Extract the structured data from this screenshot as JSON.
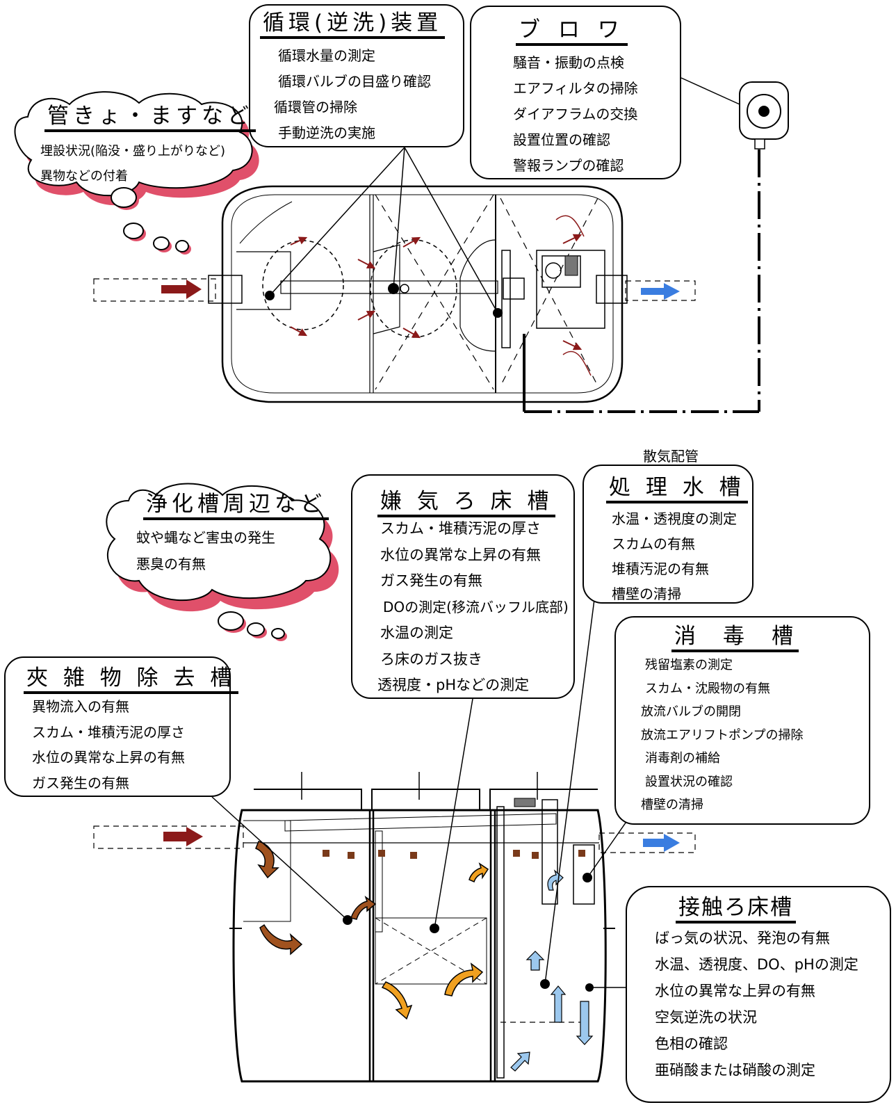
{
  "circulation": {
    "title": "循環(逆洗)装置",
    "items": [
      "循環水量の測定",
      "循環バルブの目盛り確認",
      "循環管の掃除",
      "手動逆洗の実施"
    ]
  },
  "blower": {
    "title": "ブ ロ ワ",
    "items": [
      "騒音・振動の点検",
      "エアフィルタの掃除",
      "ダイアフラムの交換",
      "設置位置の確認",
      "警報ランプの確認"
    ]
  },
  "pipes": {
    "title": "管きょ・ますなど",
    "items": [
      "埋設状況(陥没・盛り上がりなど)",
      "異物などの付着"
    ]
  },
  "aeration_pipe_label": "散気配管",
  "surroundings": {
    "title": "浄化槽周辺など",
    "items": [
      "蚊や蝿など害虫の発生",
      "悪臭の有無"
    ]
  },
  "anaerobic": {
    "title": "嫌 気 ろ 床 槽",
    "items": [
      "スカム・堆積汚泥の厚さ",
      "水位の異常な上昇の有無",
      "ガス発生の有無",
      "DOの測定(移流バッフル底部)",
      "水温の測定",
      "ろ床のガス抜き",
      "透視度・pHなどの測定"
    ]
  },
  "treated_water": {
    "title": "処 理 水 槽",
    "items": [
      "水温・透視度の測定",
      "スカムの有無",
      "堆積汚泥の有無",
      "槽壁の清掃"
    ]
  },
  "disinfection": {
    "title": "消　毒　槽",
    "items": [
      "残留塩素の測定",
      "スカム・沈殿物の有無",
      "放流バルブの開閉",
      "放流エアリフトポンプの掃除",
      "消毒剤の補給",
      "設置状況の確認",
      "槽壁の清掃"
    ]
  },
  "screening": {
    "title": "夾 雑 物 除 去 槽",
    "items": [
      "異物流入の有無",
      "スカム・堆積汚泥の厚さ",
      "水位の異常な上昇の有無",
      "ガス発生の有無"
    ]
  },
  "contact": {
    "title": "接触ろ床槽",
    "items": [
      "ばっ気の状況、発泡の有無",
      "水温、透視度、DO、pHの測定",
      "水位の異常な上昇の有無",
      "空気逆洗の状況",
      "色相の確認",
      "亜硝酸または硝酸の測定"
    ]
  },
  "colors": {
    "inflow_arrow": "#8b1a1a",
    "outflow_arrow": "#3a7de0",
    "cloud_shadow": "#e0506a",
    "orange_arrow": "#f0a020",
    "light_blue_arrow": "#9cc8ee"
  }
}
